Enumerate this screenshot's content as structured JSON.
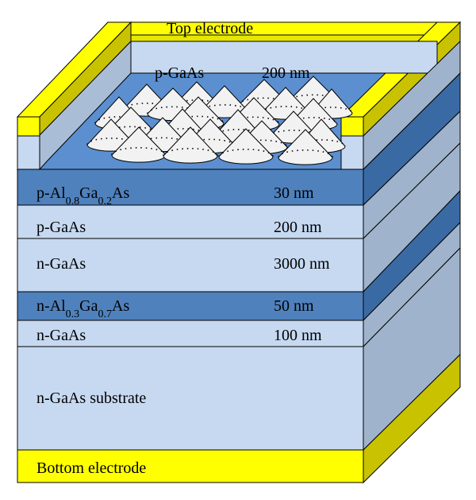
{
  "labels": {
    "top_electrode": "Top electrode",
    "bottom_electrode": "Bottom electrode",
    "cones_material": "p-GaAs",
    "cones_thickness": "200 nm"
  },
  "layers": [
    {
      "id": "p-algaas",
      "material": "p-Al0.8Ga0.2As",
      "thickness": "30 nm",
      "shade": "dark"
    },
    {
      "id": "p-gaas",
      "material": "p-GaAs",
      "thickness": "200 nm",
      "shade": "light"
    },
    {
      "id": "n-gaas-thick",
      "material": "n-GaAs",
      "thickness": "3000 nm",
      "shade": "light"
    },
    {
      "id": "n-algaas",
      "material": "n-Al0.3Ga0.7As",
      "thickness": "50 nm",
      "shade": "dark"
    },
    {
      "id": "n-gaas-thin",
      "material": "n-GaAs",
      "thickness": "100 nm",
      "shade": "light"
    },
    {
      "id": "substrate",
      "material": "n-GaAs substrate",
      "thickness": "",
      "shade": "light"
    }
  ],
  "formula_parts": {
    "p_al_pre": "p-Al",
    "p_al_sub": "0.8",
    "p_ga": "Ga",
    "p_ga_sub": "0.2",
    "p_as": "As",
    "n_al_pre": "n-Al",
    "n_al_sub": "0.3",
    "n_ga": "Ga",
    "n_ga_sub": "0.7",
    "n_as": "As"
  },
  "colors": {
    "light_layer": "#c6d9f1",
    "dark_layer": "#4f81bd",
    "light_side": "#9fb3cc",
    "dark_side": "#3a6aa4",
    "electrode": "#ffff00",
    "electrode_side": "#c9c200",
    "cone_surface": "#f2f2f2"
  }
}
